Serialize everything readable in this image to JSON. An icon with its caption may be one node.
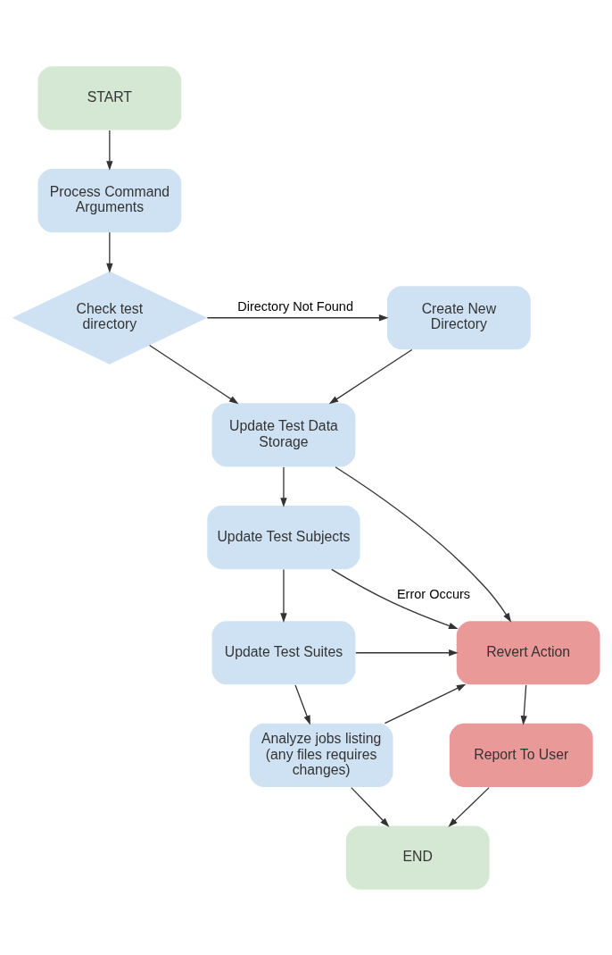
{
  "diagram": {
    "nodes": [
      {
        "text": [
          "START"
        ]
      },
      {
        "text": [
          "Process Command Arguments"
        ]
      },
      {
        "text": [
          "Check test directory"
        ]
      },
      {
        "text": [
          "Create New Directory"
        ]
      },
      {
        "text": [
          "Update Test Data Storage"
        ]
      },
      {
        "text": [
          "Update Test Subjects"
        ]
      },
      {
        "text": [
          "Update Test Suites"
        ]
      },
      {
        "text": [
          "Analyze jobs listing (any files requires changes)"
        ]
      },
      {
        "text": [
          "Revert Action"
        ]
      },
      {
        "text": [
          "Report To User"
        ]
      },
      {
        "text": [
          "END"
        ]
      }
    ],
    "edges": [
      {
        "from": 0,
        "to": 1,
        "arrow": "to"
      },
      {
        "from": 1,
        "to": 2,
        "arrow": "to"
      },
      {
        "from": 2,
        "to": 3,
        "arrow": "to",
        "label": "Directory Not Found"
      },
      {
        "from": 2,
        "to": 4,
        "arrow": "to"
      },
      {
        "from": 3,
        "to": 4,
        "arrow": "to"
      },
      {
        "from": 4,
        "to": 5,
        "arrow": "to"
      },
      {
        "from": 5,
        "to": 6,
        "arrow": "to"
      },
      {
        "from": 6,
        "to": 7,
        "arrow": "to"
      },
      {
        "from": 7,
        "to": 10,
        "arrow": "to"
      },
      {
        "from": 4,
        "to": 8,
        "arrow": "to"
      },
      {
        "from": 5,
        "to": 8,
        "arrow": "to",
        "label": "Error Occurs"
      },
      {
        "from": 6,
        "to": 8,
        "arrow": "to"
      },
      {
        "from": 7,
        "to": 8,
        "arrow": "to"
      },
      {
        "from": 8,
        "to": 9,
        "arrow": "to"
      },
      {
        "from": 9,
        "to": 10,
        "arrow": "to"
      }
    ]
  }
}
